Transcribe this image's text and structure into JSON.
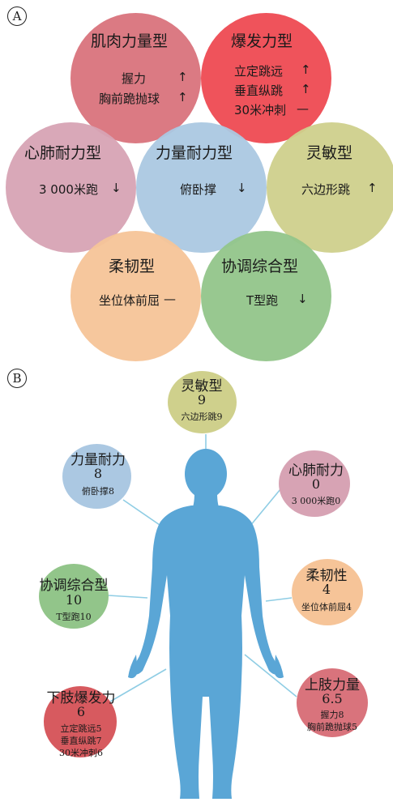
{
  "panel_a": {
    "label": "A",
    "types": [
      {
        "title": "肌肉力量型",
        "items": [
          {
            "text": "握力",
            "arrow": "↑"
          },
          {
            "text": "胸前跪抛球",
            "arrow": "↑"
          }
        ]
      },
      {
        "title": "爆发力型",
        "items": [
          {
            "text": "立定跳远",
            "arrow": "↑"
          },
          {
            "text": "垂直纵跳",
            "arrow": "↑"
          },
          {
            "text": "30米冲刺",
            "arrow": "—"
          }
        ]
      },
      {
        "title": "心肺耐力型",
        "items": [
          {
            "text": "3 000米跑",
            "arrow": "↓"
          }
        ]
      },
      {
        "title": "力量耐力型",
        "items": [
          {
            "text": "俯卧撑",
            "arrow": "↓"
          }
        ]
      },
      {
        "title": "灵敏型",
        "items": [
          {
            "text": "六边形跳",
            "arrow": "↑"
          }
        ]
      },
      {
        "title": "柔韧型",
        "items": [
          {
            "text": "坐位体前屈",
            "arrow": "—"
          }
        ]
      },
      {
        "title": "协调综合型",
        "items": [
          {
            "text": "T型跑",
            "arrow": "↓"
          }
        ]
      }
    ]
  },
  "panel_b": {
    "label": "B",
    "bubbles": [
      {
        "name": "灵敏型",
        "score": "9",
        "items": [
          "六边形跳9"
        ]
      },
      {
        "name": "力量耐力",
        "score": "8",
        "items": [
          "俯卧撑8"
        ]
      },
      {
        "name": "心肺耐力",
        "score": "0",
        "items": [
          "3 000米跑0"
        ]
      },
      {
        "name": "协调综合型",
        "score": "10",
        "items": [
          "T型跑10"
        ]
      },
      {
        "name": "柔韧性",
        "score": "4",
        "items": [
          "坐位体前屈4"
        ]
      },
      {
        "name": "下肢爆发力",
        "score": "6",
        "items": [
          "立定跳远5",
          "垂直纵跳7",
          "30米冲刺6"
        ]
      },
      {
        "name": "上肢力量",
        "score": "6.5",
        "items": [
          "握力8",
          "胸前跪抛球5"
        ]
      }
    ]
  },
  "colors": {
    "muscle": "#d9737c",
    "explosive": "#ee4a52",
    "cardio": "#d7a3b4",
    "endurance": "#abc8e2",
    "agility": "#cfd08c",
    "flex": "#f6c498",
    "coord": "#92c58a",
    "body": "#5aa6d6",
    "line": "#8fcde4"
  }
}
